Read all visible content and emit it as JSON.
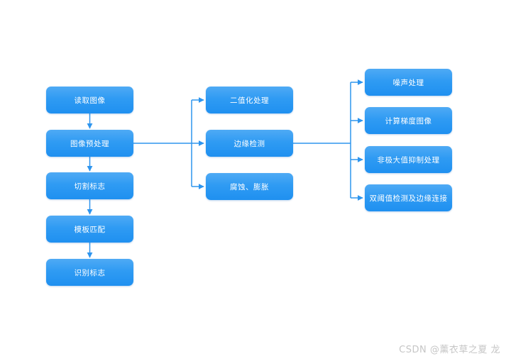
{
  "colors": {
    "connector": "#2e95ee",
    "node-top": "#4faaf4",
    "node-mid": "#2f9bf3",
    "node-bottom": "#1f90f0",
    "node-text": "#ffffff",
    "watermark": "#c6c6c6"
  },
  "diagram": {
    "left": [
      "读取图像",
      "图像预处理",
      "切割标志",
      "模板匹配",
      "识别标志"
    ],
    "middle": [
      "二值化处理",
      "边缘检测",
      "腐蚀、膨胀"
    ],
    "right": [
      "噪声处理",
      "计算梯度图像",
      "非极大值抑制处理",
      "双阈值检测及边缘连接"
    ]
  },
  "watermark": {
    "text": "CSDN @薰衣草之夏 龙"
  }
}
